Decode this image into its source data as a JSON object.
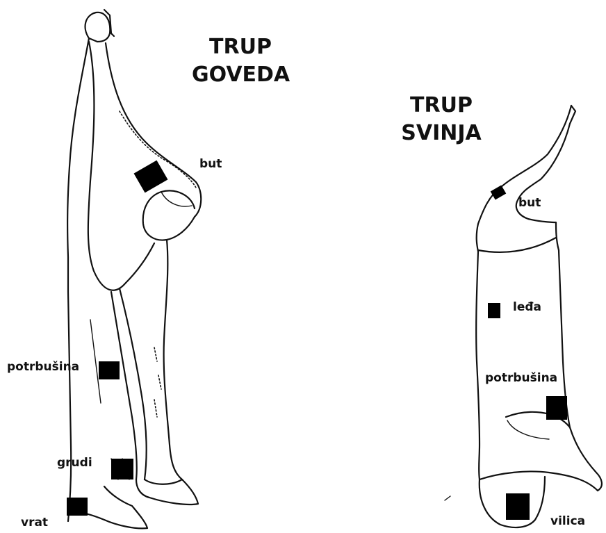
{
  "beef": {
    "title_line1": "TRUP",
    "title_line2": "GOVEDA",
    "labels": {
      "but": "but",
      "potrbusina": "potrbušina",
      "grudi": "grudi",
      "vrat": "vrat"
    }
  },
  "pork": {
    "title_line1": "TRUP",
    "title_line2": "SVINJA",
    "labels": {
      "but": "but",
      "ledja": "leđa",
      "potrbusina": "potrbušina",
      "vilica": "vilica"
    }
  }
}
